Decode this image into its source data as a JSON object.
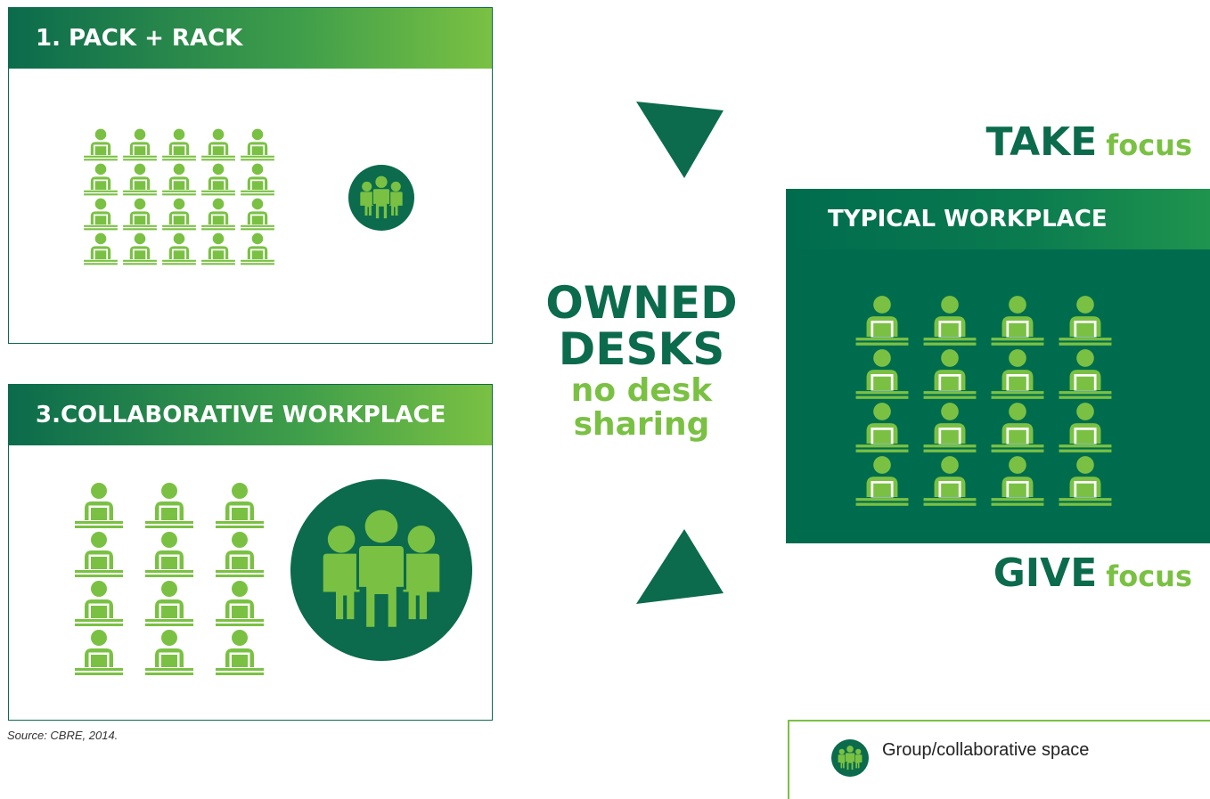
{
  "panel1": {
    "title": "1. PACK + RACK"
  },
  "panel3": {
    "title": "3.COLLABORATIVE WORKPLACE"
  },
  "typical": {
    "title": "TYPICAL WORKPLACE"
  },
  "center": {
    "line1": "OWNED",
    "line2": "DESKS",
    "line3": "no desk",
    "line4": "sharing"
  },
  "take": {
    "big": "TAKE",
    "small": "focus"
  },
  "give": {
    "big": "GIVE",
    "small": "focus"
  },
  "source": "Source: CBRE, 2014.",
  "legend": {
    "label": "Group/collaborative space"
  },
  "colors": {
    "dark_green": "#0b6b4c",
    "light_green": "#7ac143",
    "panel_green": "#006c4e"
  },
  "icons": {
    "desk": "person-at-desk-icon",
    "group": "group-people-icon"
  }
}
